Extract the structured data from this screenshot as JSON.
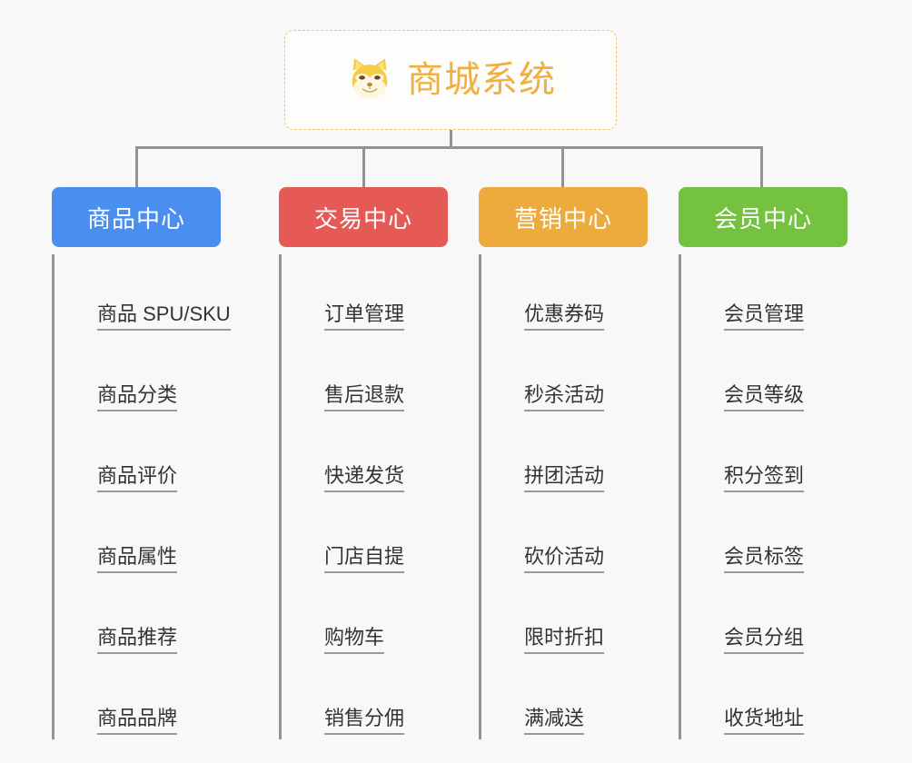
{
  "diagram": {
    "type": "tree-mindmap",
    "root": {
      "title": "商城系统",
      "icon": "shiba-dog-emoji",
      "color": "#efb03f",
      "border_color": "#f0c46a"
    },
    "branches": [
      {
        "label": "商品中心",
        "color": "#4a8ef0",
        "items": [
          "商品 SPU/SKU",
          "商品分类",
          "商品评价",
          "商品属性",
          "商品推荐",
          "商品品牌"
        ]
      },
      {
        "label": "交易中心",
        "color": "#e65a56",
        "items": [
          "订单管理",
          "售后退款",
          "快递发货",
          "门店自提",
          "购物车",
          "销售分佣"
        ]
      },
      {
        "label": "营销中心",
        "color": "#edab3e",
        "items": [
          "优惠券码",
          "秒杀活动",
          "拼团活动",
          "砍价活动",
          "限时折扣",
          "满减送"
        ]
      },
      {
        "label": "会员中心",
        "color": "#75c140",
        "items": [
          "会员管理",
          "会员等级",
          "积分签到",
          "会员标签",
          "会员分组",
          "收货地址"
        ]
      }
    ],
    "connector_color": "#909399",
    "background": "#f8f8f8",
    "leaf_text_color": "#333333",
    "leaf_underline_color": "#9a9a9a"
  }
}
